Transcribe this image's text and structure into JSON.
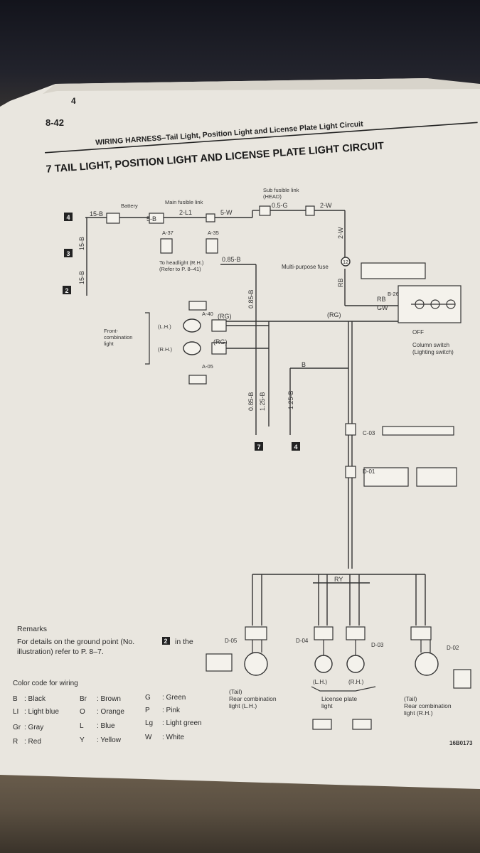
{
  "header": {
    "page_tab": "4",
    "page_no": "8-42",
    "running_title": "WIRING HARNESS–Tail Light, Position Light and License Plate Light Circuit",
    "section_title": "7  TAIL LIGHT, POSITION LIGHT AND LICENSE PLATE LIGHT CIRCUIT"
  },
  "labels": {
    "battery": "Battery",
    "main_fusible_link": "Main fusible link",
    "sub_fusible_link": "Sub fusible link",
    "sub_head": "(HEAD)",
    "multi_purpose_fuse": "Multi-purpose fuse",
    "fuse_no": "12",
    "to_headlight_1": "To headlight (R.H.)",
    "to_headlight_2": "(Refer to P. 8–41)",
    "front_comb_1": "Front-",
    "front_comb_2": "combination",
    "front_comb_3": "light",
    "lh": "(L.H.)",
    "rh": "(R.H.)",
    "column_switch_1": "Column switch",
    "column_switch_2": "(Lighting switch)",
    "off_label": "OFF",
    "rear_lh_1": "(Tail)",
    "rear_lh_2": "Rear combination",
    "rear_lh_3": "light (L.H.)",
    "license_lh": "(L.H.)",
    "license_rh": "(R.H.)",
    "license_1": "License plate",
    "license_2": "light",
    "rear_rh_1": "(Tail)",
    "rear_rh_2": "Rear combination",
    "rear_rh_3": "light (R.H.)",
    "figure_code": "16B0173"
  },
  "wires": {
    "w15b_a": "15-B",
    "w15b_b": "15-B",
    "w15b_c": "15-B",
    "w5b": "5-B",
    "w2l1": "2-L1",
    "w5w": "5-W",
    "w05g": "0.5-G",
    "w2w": "2-W",
    "w2w_v": "2-W",
    "w085b_a": "0.85-B",
    "w085b_b": "0.85-B",
    "w085b_c": "0.85-B",
    "w125b_a": "1.25-B",
    "w125b_b": "1.25-B",
    "rb": "RB",
    "rb_b": "RB",
    "gw": "GW",
    "rg": "(RG)",
    "rg2": "(RG)",
    "rg3": "(RG)",
    "b": "B",
    "ry": "RY"
  },
  "connectors": {
    "a37": "A-37",
    "a35": "A-35",
    "a40": "A-40",
    "a05": "A-05",
    "b26": "B-26",
    "c03": "C-03",
    "d01": "D-01",
    "d05": "D-05",
    "d04": "D-04",
    "d03": "D-03",
    "d02": "D-02"
  },
  "ground_points": [
    "4",
    "3",
    "2",
    "7",
    "4"
  ],
  "remarks": {
    "title": "Remarks",
    "line1": "For details on the ground point (No.",
    "num": "2",
    "line1b": "in the",
    "line2": "illustration) refer to P. 8–7."
  },
  "color_code": {
    "title": "Color code for wiring",
    "rows": [
      [
        "B",
        ": Black",
        "Br",
        ": Brown",
        "G",
        ": Green"
      ],
      [
        "LI",
        ": Light blue",
        "O",
        ": Orange",
        "P",
        ": Pink"
      ],
      [
        "Gr",
        ": Gray",
        "L",
        ": Blue",
        "Lg",
        ": Light green"
      ],
      [
        "R",
        ": Red",
        "Y",
        ": Yellow",
        "W",
        ": White"
      ]
    ]
  },
  "colors": {
    "paper": "#ece9e2",
    "ink": "#2b2b2b",
    "background": "#1c1d24"
  }
}
